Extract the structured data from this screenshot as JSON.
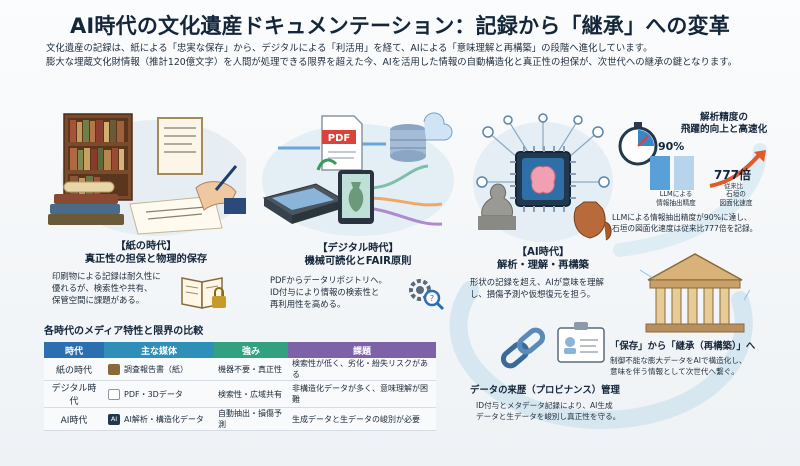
{
  "header": {
    "title": "AI時代の文化遺産ドキュメンテーション：記録から「継承」への変革",
    "intro_line1": "文化遺産の記録は、紙による「忠実な保存」から、デジタルによる「利活用」を経て、AIによる「意味理解と再構築」の段階へ進化しています。",
    "intro_line2": "膨大な埋蔵文化財情報（推計120億文字）を人間が処理できる限界を超えた今、AIを活用した情報の自動構造化と真正性の担保が、次世代への継承の鍵となります。"
  },
  "paper_era": {
    "title_line1": "【紙の時代】",
    "title_line2": "真正性の担保と物理的保存",
    "body_line1": "印刷物による記録は耐久性に",
    "body_line2": "優れるが、検索性や共有、",
    "body_line3": "保管空間に課題がある。"
  },
  "digital_era": {
    "title_line1": "【デジタル時代】",
    "title_line2": "機械可読化とFAIR原則",
    "body_line1": "PDFからデータリポジトリへ。",
    "body_line2": "ID付与により情報の検索性と",
    "body_line3": "再利用性を高める。",
    "pdf_label": "PDF"
  },
  "ai_era": {
    "title_line1": "【AI時代】",
    "title_line2": "解析・理解・再構築",
    "body_line1": "形状の記録を超え、AIが意味を理解",
    "body_line2": "し、損傷予測や仮想復元を担う。"
  },
  "accuracy": {
    "title_line1": "解析精度の",
    "title_line2": "飛躍的向上と高速化",
    "percent": "90%",
    "speed": "777倍",
    "speed_sub": "従来比",
    "label_left1": "LLMによる",
    "label_left2": "情報抽出精度",
    "label_right1": "石垣の",
    "label_right2": "図面化速度",
    "note_line1": "LLMによる情報抽出精度が90%に達し、",
    "note_line2": "石垣の図面化速度は従来比777倍を記録。"
  },
  "inheritance": {
    "title": "「保存」から「継承（再構築）」へ",
    "body_line1": "制御不能な膨大データをAIで構造化し、",
    "body_line2": "意味を伴う情報として次世代へ繋ぐ。"
  },
  "provenance": {
    "title": "データの来歴（プロビナンス）管理",
    "body_line1": "ID付与とメタデータ記録により、AI生成",
    "body_line2": "データと生データを峻別し真正性を守る。"
  },
  "table": {
    "title": "各時代のメディア特性と限界の比較",
    "headers": [
      "時代",
      "主な媒体",
      "強み",
      "課題"
    ],
    "rows": [
      {
        "era": "紙の時代",
        "medium": "調査報告書（紙）",
        "strength": "機器不要・真正性",
        "issue": "検索性が低く、劣化・紛失リスクがある"
      },
      {
        "era": "デジタル時代",
        "medium": "PDF・3Dデータ",
        "strength": "検索性・広域共有",
        "issue": "非構造化データが多く、意味理解が困難"
      },
      {
        "era": "AI時代",
        "medium": "AI解析・構造化データ",
        "strength": "自動抽出・損傷予測",
        "issue": "生成データと生データの峻別が必要"
      }
    ],
    "ai_chip": "AI"
  },
  "colors": {
    "blue": "#2c6fb0",
    "teal": "#2f8fb8",
    "green": "#33a07f",
    "purple": "#7d62a8"
  }
}
